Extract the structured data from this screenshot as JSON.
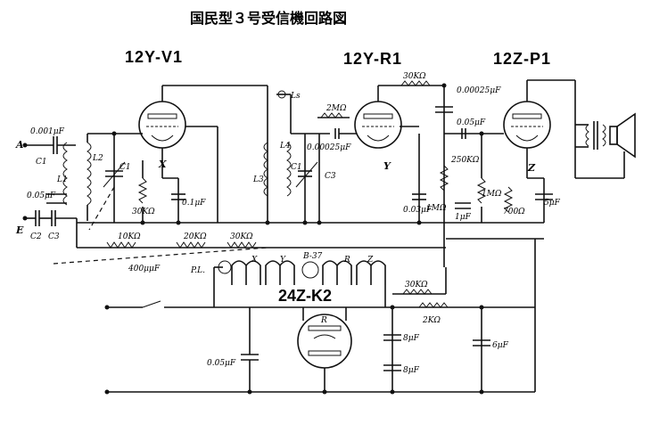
{
  "title": "国民型３号受信機回路図",
  "tubes": {
    "v1": "12Y-V1",
    "r1": "12Y-R1",
    "p1": "12Z-P1",
    "k2": "24Z-K2"
  },
  "labels": {
    "a": "A",
    "e": "E",
    "c1_top": "0.001μF",
    "c1_small": "C1",
    "c2_val": "0.05μF",
    "c2": "C2",
    "c3": "C3",
    "l1": "L1",
    "l2": "L2",
    "vc1": "C1",
    "r_30k_v1": "30KΩ",
    "cap_01": "0.1μF",
    "x": "X",
    "r_10k": "10KΩ",
    "r_20k": "20KΩ",
    "r_30k_mid": "30KΩ",
    "c_400": "400μμF",
    "ls": "Ls",
    "l3": "L3",
    "l4": "L4",
    "c1_b": "C1",
    "c3_b": "C3",
    "r_2m": "2MΩ",
    "c_00002": "0.00025μF",
    "r_30k_r1": "30KΩ",
    "c_000025": "0.00025μF",
    "y": "Y",
    "r_250k": "250KΩ",
    "c_003": "0.03μF",
    "r_1m_a": "1MΩ",
    "c_1uf": "1μF",
    "r_1m_b": "1MΩ",
    "c_005_p1": "0.05μF",
    "r_700": "700Ω",
    "c_5uf": "5μF",
    "z": "Z",
    "pl": "P.L.",
    "x2": "X",
    "y2": "Y",
    "b37": "B-37",
    "r2": "R",
    "z2": "Z",
    "r_30k_k2": "30KΩ",
    "r_2k": "2KΩ",
    "c_005_k2": "0.05μF",
    "c_8uf_a": "8μF",
    "c_8uf_b": "8μF",
    "c_6uf": "6μF",
    "r_k2": "R"
  }
}
